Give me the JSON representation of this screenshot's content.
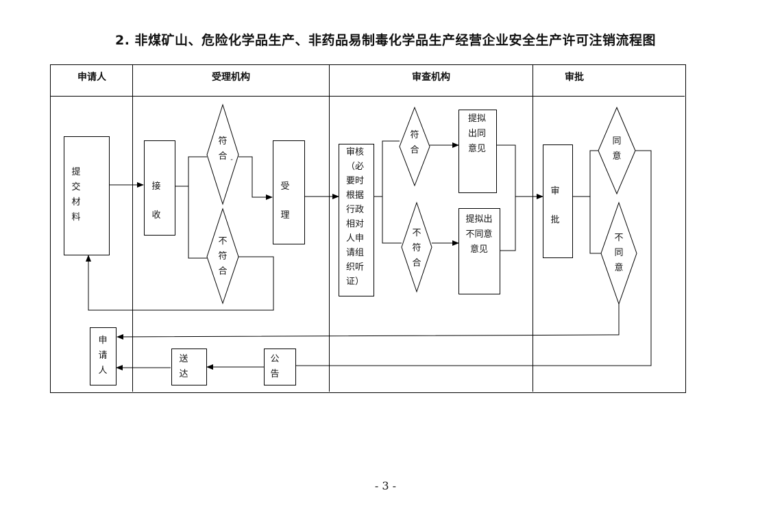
{
  "title": "2. 非煤矿山、危险化学品生产、非药品易制毒化学品生产经营企业安全生产许可注销流程图",
  "lanes": [
    "申请人",
    "受理机构",
    "审查机构",
    "审批"
  ],
  "nodes": {
    "submit": "提交材料",
    "receive": "接收",
    "conform1": "符合",
    "conform1_mark": "-",
    "notconform1": "不符合",
    "accept": "受理",
    "review": "审核（必要时根据行政相对人申请组织听证）",
    "conform2": "符合",
    "propose_agree": "提拟出同意见",
    "notconform2": "不符合",
    "propose_disagree": "提拟出不同意意见",
    "approve": "审批",
    "agree": "同意",
    "disagree": "不同意",
    "applicant_end": "申请人",
    "deliver": "送达",
    "announce": "公告"
  },
  "page_number": "- 3 -"
}
